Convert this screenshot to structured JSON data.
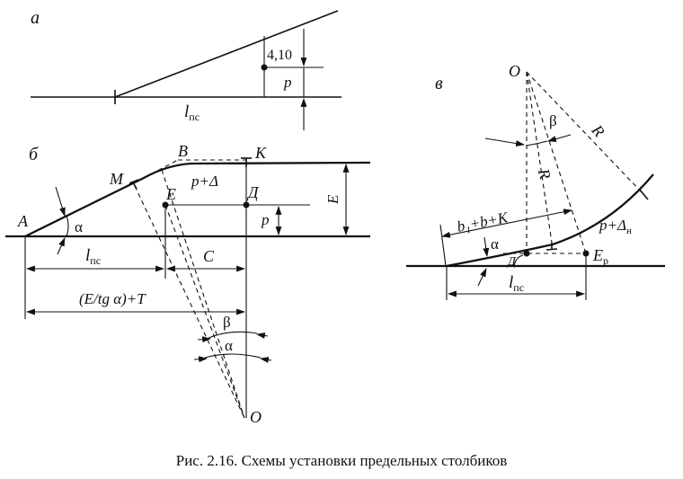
{
  "panel_a": {
    "tag": "а",
    "dim_value": "4,10",
    "p": "p",
    "l": "l",
    "l_sub": "пс"
  },
  "panel_b": {
    "tag": "б",
    "A": "A",
    "M": "M",
    "B": "B",
    "K": "K",
    "E_pt": "E",
    "D_pt": "Д",
    "O": "O",
    "p_delta": "p+Δ",
    "alpha": "α",
    "p": "p",
    "E_dim": "E",
    "l": "l",
    "l_sub": "пс",
    "C": "C",
    "formula": "(E/tg α)+T",
    "beta": "β",
    "alpha2": "α"
  },
  "panel_v": {
    "tag": "в",
    "O": "O",
    "R1": "R",
    "R2": "R",
    "beta": "β",
    "sum": "b₁+b+K",
    "p_delta": "p+Δ",
    "p_delta_sub": "н",
    "alpha": "α",
    "D": "Д",
    "E": "E",
    "E_sub": "р",
    "l": "l",
    "l_sub": "пс"
  },
  "caption": "Рис. 2.16. Схемы установки предельных столбиков"
}
